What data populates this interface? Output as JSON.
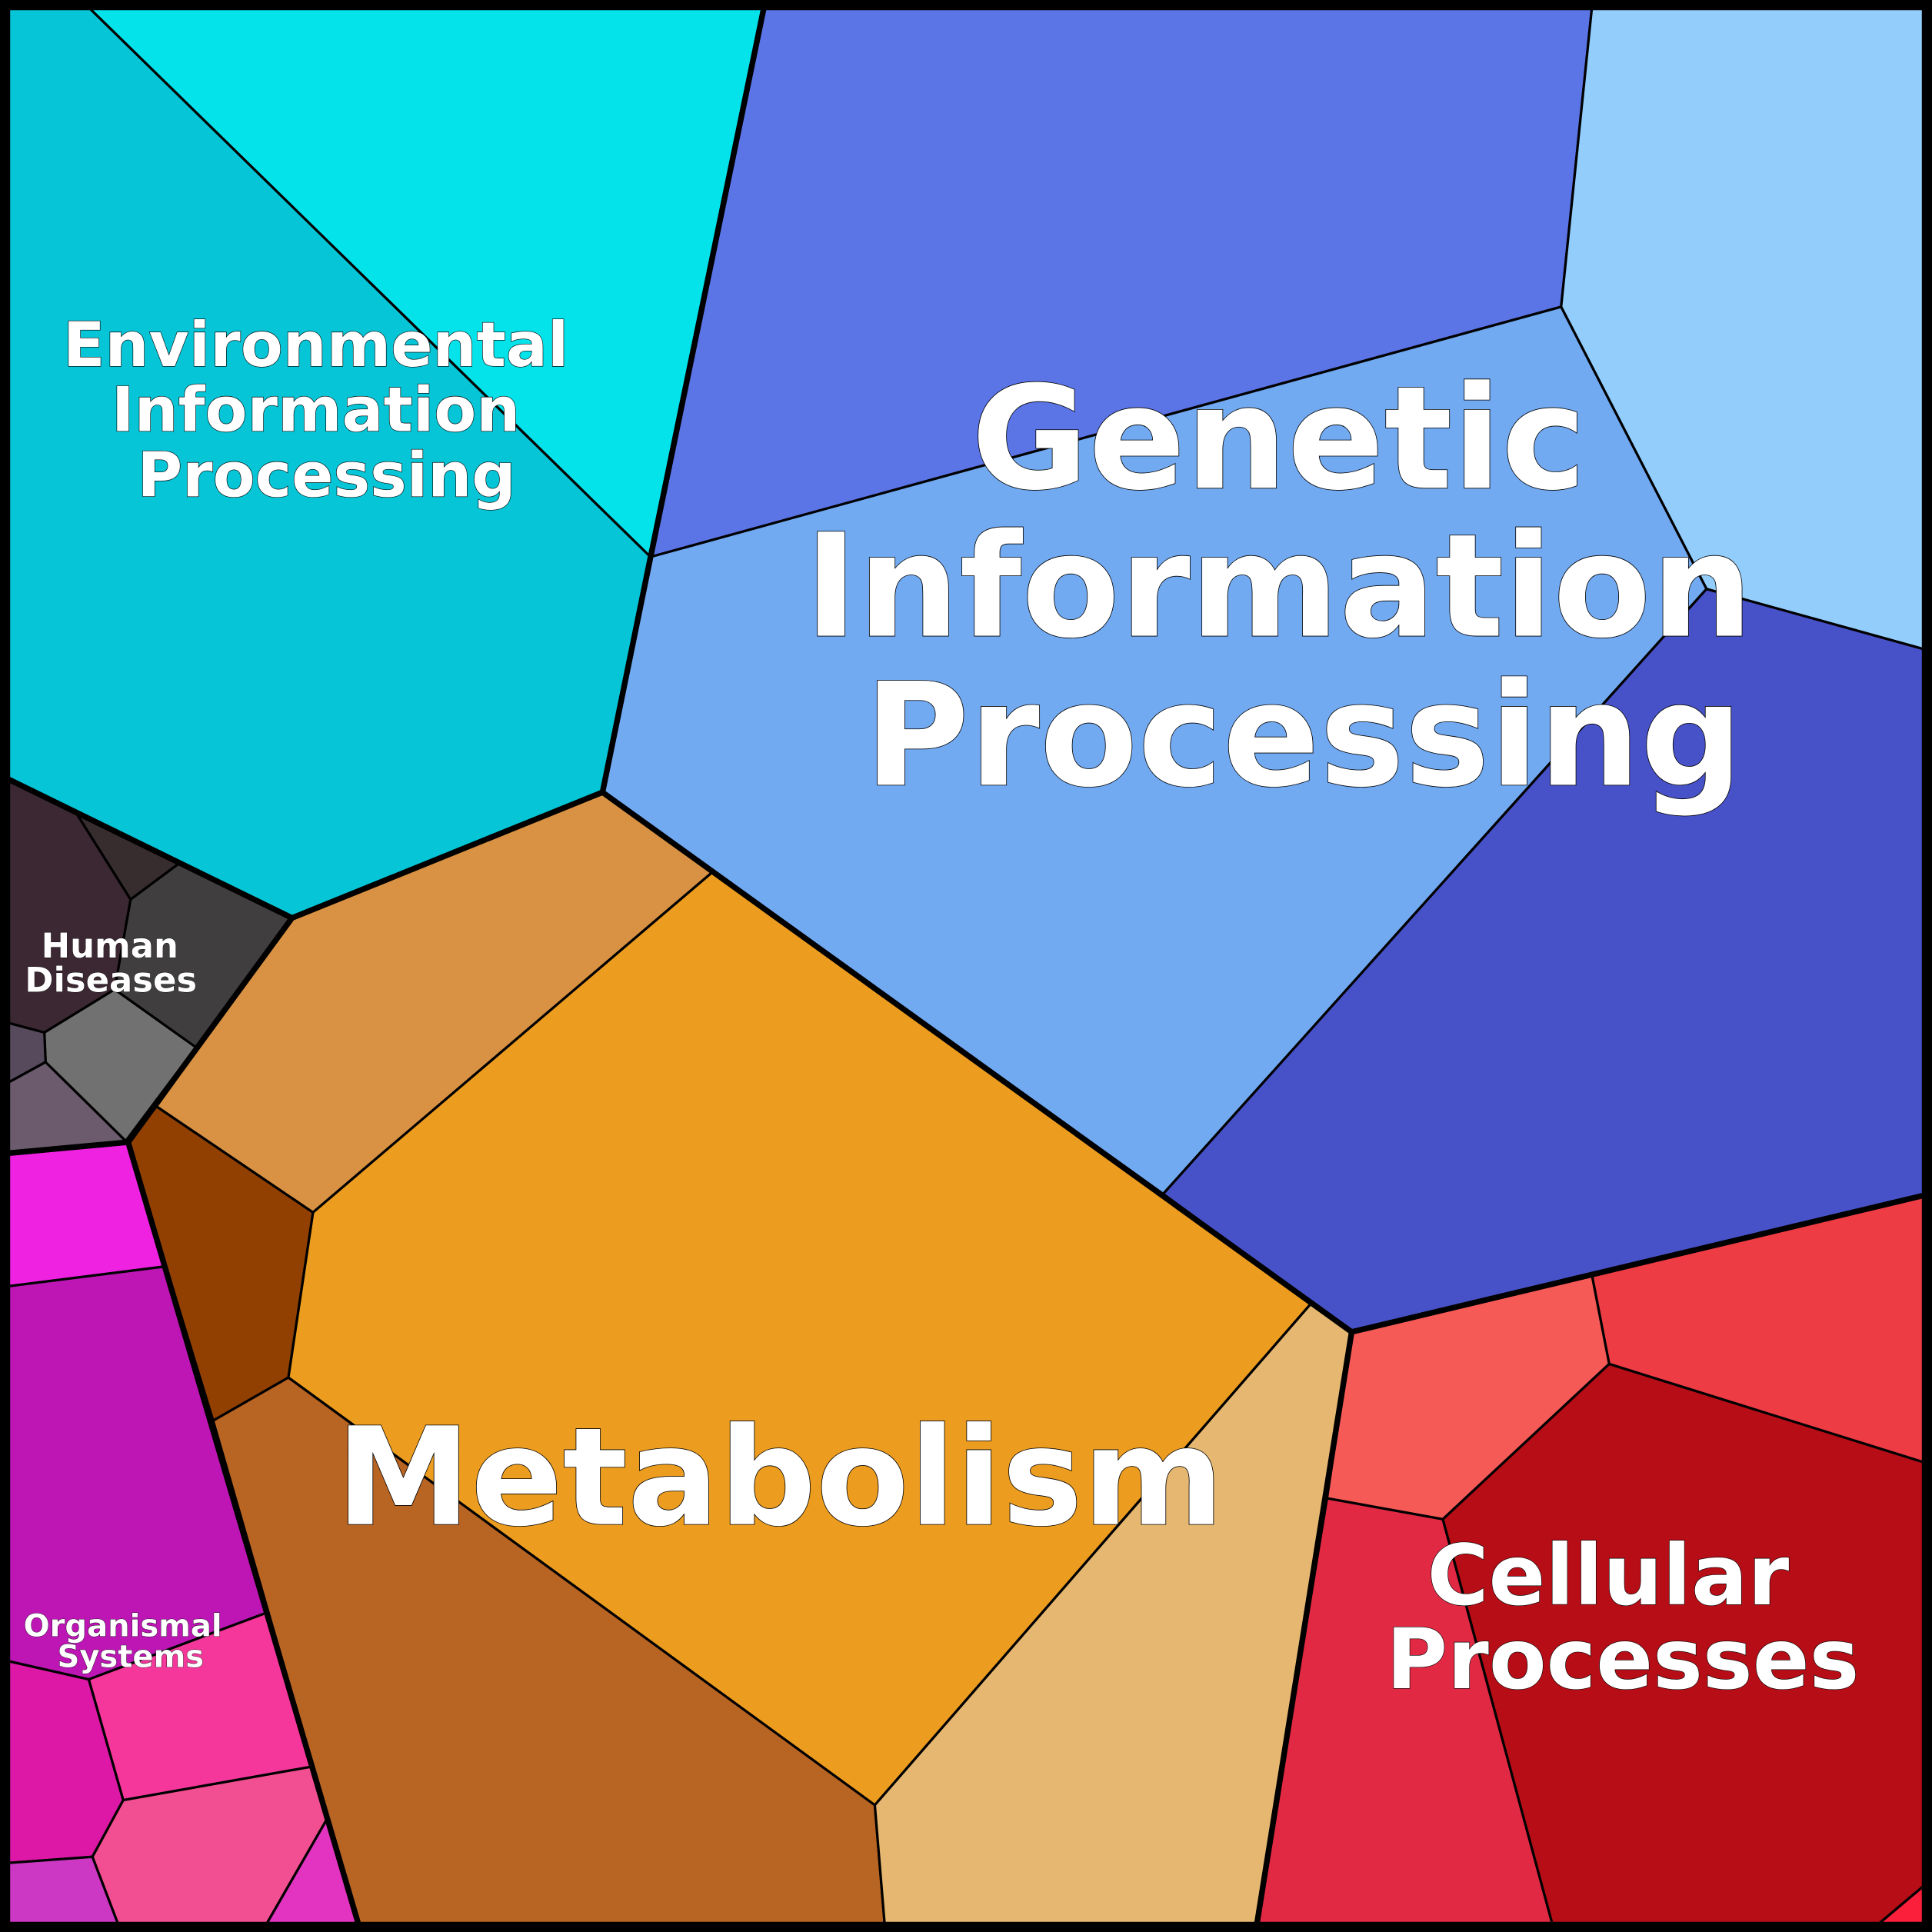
{
  "title": "Voronoi treemap of KEGG pathway categories",
  "categories": [
    {
      "label_lines": [
        "Environmental",
        "Information",
        "Processing"
      ],
      "colors": [
        "#06c5d6",
        "#04e2ea"
      ]
    },
    {
      "label_lines": [
        "Genetic",
        "Information",
        "Processing"
      ],
      "colors": [
        "#5b74e6",
        "#93cdfc",
        "#72aaf2",
        "#4852c8"
      ]
    },
    {
      "label_lines": [
        "Metabolism"
      ],
      "colors": [
        "#d99243",
        "#ec9c1f",
        "#914002",
        "#b86423",
        "#e5b770"
      ]
    },
    {
      "label_lines": [
        "Cellular",
        "Processes"
      ],
      "colors": [
        "#ed3c44",
        "#f65a57",
        "#e22944",
        "#b70d16",
        "#fb1f3c"
      ]
    },
    {
      "label_lines": [
        "Human",
        "Diseases"
      ],
      "colors": [
        "#3c2832",
        "#372c2e",
        "#403e3f",
        "#717171",
        "#574a5d",
        "#6b5b6d"
      ]
    },
    {
      "label_lines": [
        "Organismal",
        "Systems"
      ],
      "colors": [
        "#ee22e0",
        "#bd16b5",
        "#f5379c",
        "#dd18a6",
        "#f24e92",
        "#cc37c3",
        "#e234c0"
      ]
    }
  ]
}
